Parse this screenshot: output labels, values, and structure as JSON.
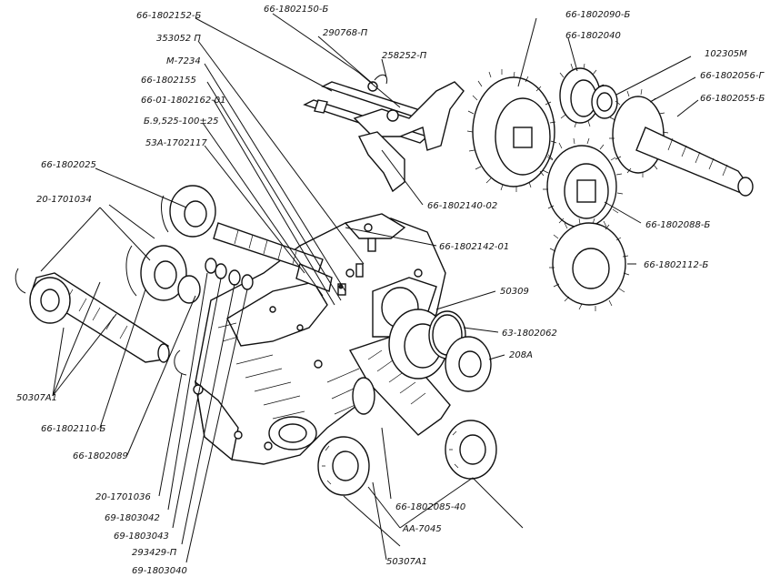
{
  "labels": {
    "l01": "66-1802152-Б",
    "l02": "66-1802150-Б",
    "l03": "353052 П",
    "l04": "290768-П",
    "l05": "258252-П",
    "l06": "М-7234",
    "l07": "66-1802155",
    "l08": "66-01-1802162-01",
    "l09": "Б.9,525-100±25",
    "l10": "53А-1702117",
    "l11": "66-1802025",
    "l12": "20-1701034",
    "l13": "66-1802090-Б",
    "l14": "66-1802040",
    "l15": "102305М",
    "l16": "66-1802056-Г",
    "l17": "66-1802055-Б",
    "l18": "66-1802140-02",
    "l19": "66-1802142-01",
    "l20": "66-1802088-Б",
    "l21": "66-1802112-Б",
    "l22": "50309",
    "l23": "63-1802062",
    "l24": "208А",
    "l25": "50307А1",
    "l26": "66-1802110-Б",
    "l27": "66-1802089",
    "l28": "20-1701036",
    "l29": "69-1803042",
    "l30": "69-1803043",
    "l31": "293429-П",
    "l32": "69-1803040",
    "l33": "66-1802085-40",
    "l34": "АА-7045",
    "l35": "50307А1"
  }
}
